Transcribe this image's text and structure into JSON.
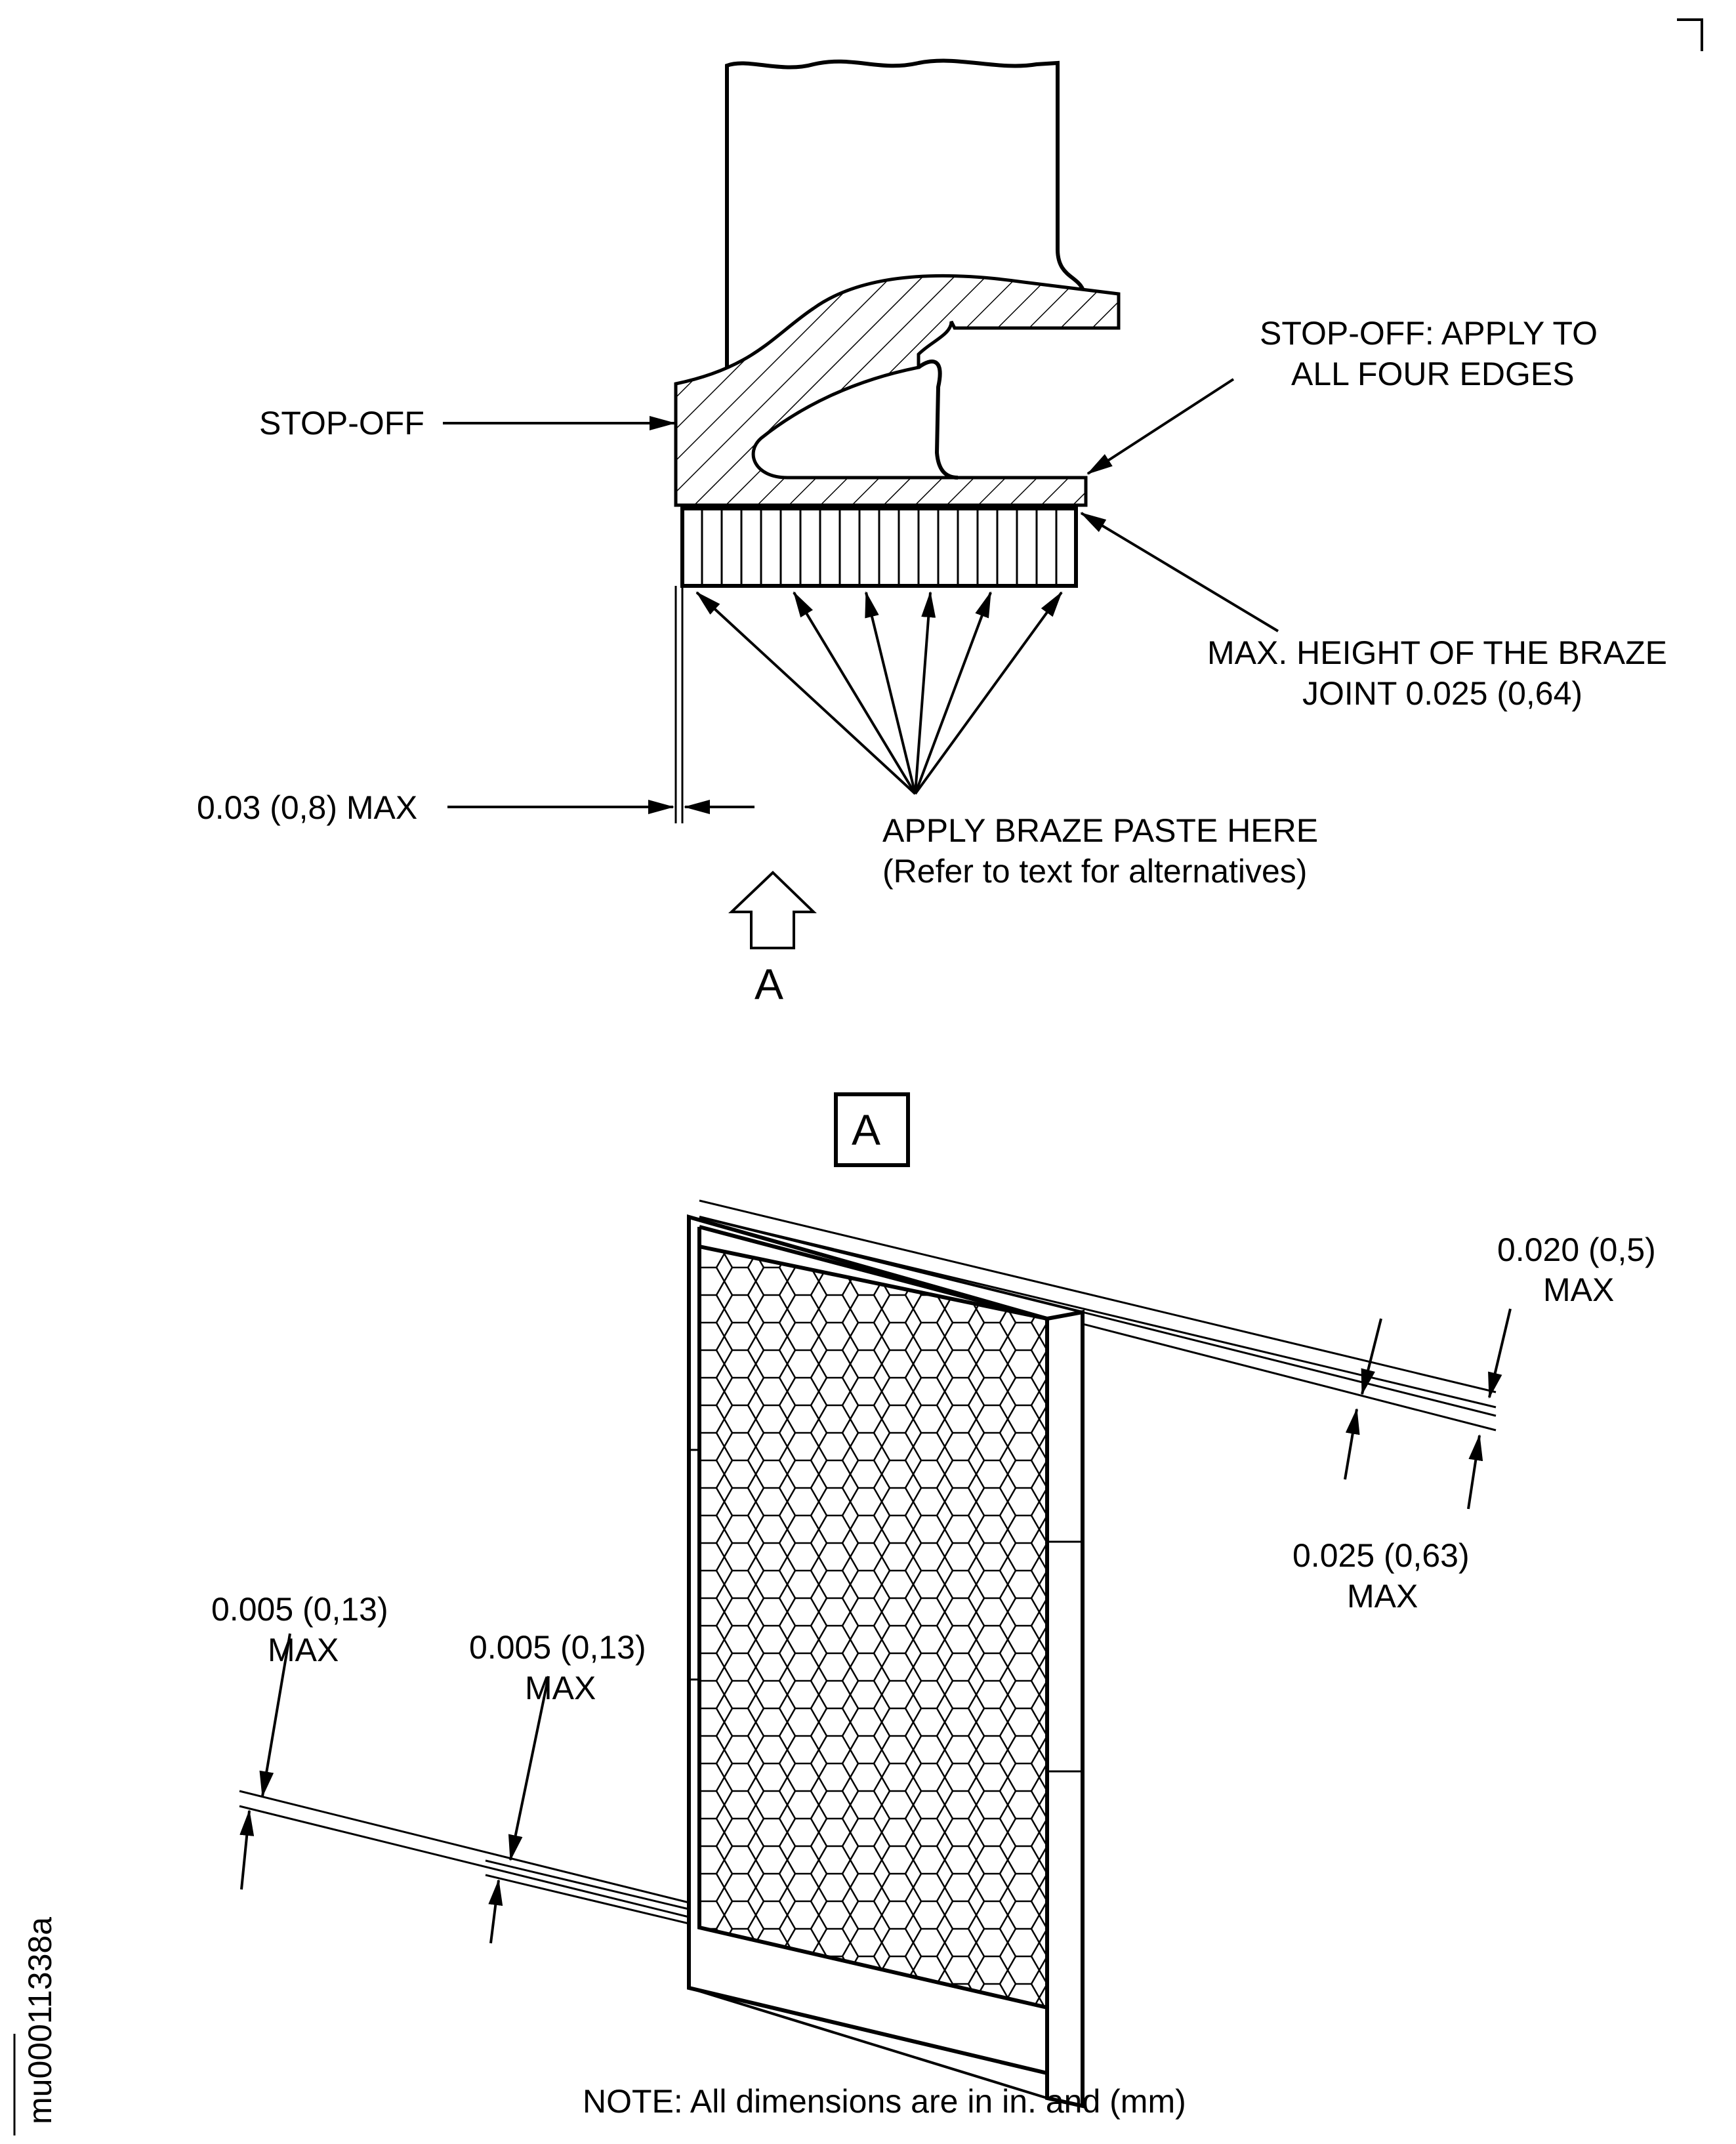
{
  "labels": {
    "stop_off": "STOP-OFF",
    "stop_off_edges_1": "STOP-OFF: APPLY TO",
    "stop_off_edges_2": "ALL FOUR EDGES",
    "braze_height_1": "MAX. HEIGHT OF THE BRAZE",
    "braze_height_2": "JOINT 0.025 (0,64)",
    "gap_max": "0.03 (0,8) MAX",
    "braze_paste_1": "APPLY BRAZE PASTE HERE",
    "braze_paste_2": "(Refer to text for alternatives)",
    "view_arrow": "A",
    "view_title": "A",
    "dim_020_1": "0.020 (0,5)",
    "dim_020_2": "MAX",
    "dim_025_1": "0.025 (0,63)",
    "dim_025_2": "MAX",
    "dim_005a_1": "0.005 (0,13)",
    "dim_005a_2": "MAX",
    "dim_005b_1": "0.005 (0,13)",
    "dim_005b_2": "MAX",
    "note": "NOTE: All dimensions are in in. and (mm)",
    "figure_id": "mu00011338a"
  }
}
